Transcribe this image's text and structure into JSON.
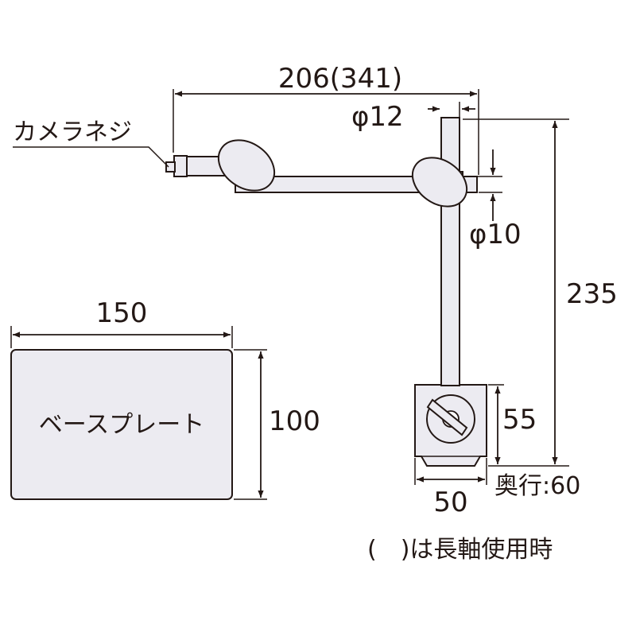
{
  "labels": {
    "camera_screw": "カメラネジ",
    "arm_length": "206(341)",
    "rod_diameter_12": "φ12",
    "rod_diameter_10": "φ10",
    "total_height": "235",
    "plate_width": "150",
    "plate_height": "100",
    "base_plate": "ベースプレート",
    "magnet_height": "55",
    "magnet_width": "50",
    "depth": "奥行:60",
    "paren_note": "(　)は長軸使用時"
  },
  "colors": {
    "line": "#231815",
    "fill": "#ecebf1",
    "background": "#ffffff"
  }
}
